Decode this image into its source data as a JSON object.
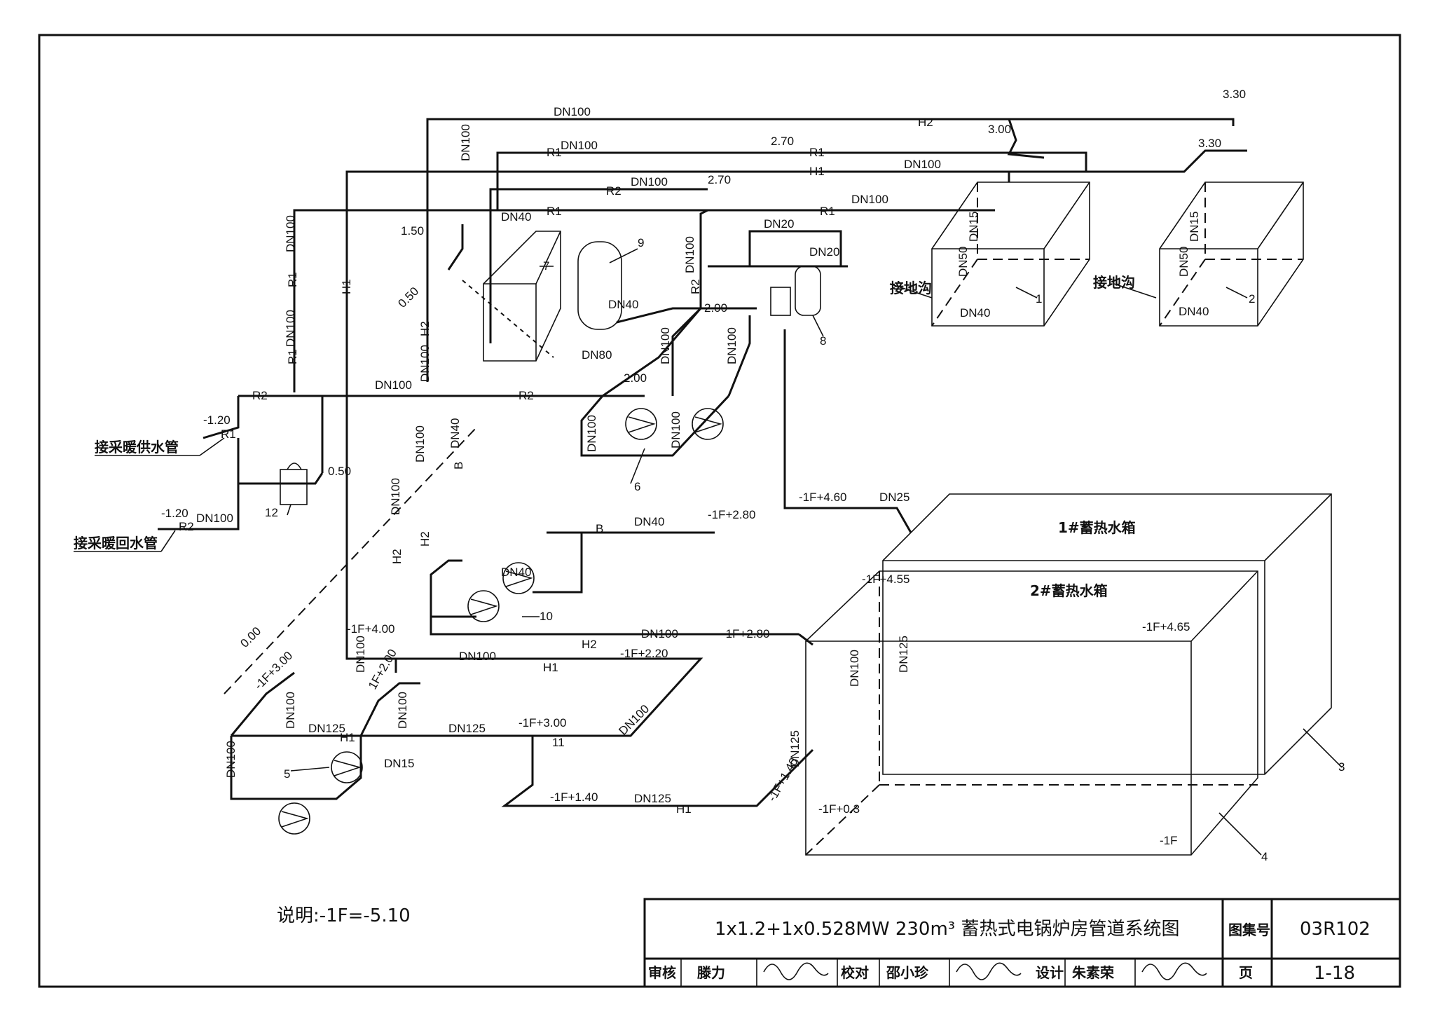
{
  "drawing": {
    "title": "1x1.2+1x0.528MW 230m³ 蓄热式电锅炉房管道系统图",
    "note": "说明:-1F=-5.10",
    "titleblock": {
      "atlas_label": "图集号",
      "atlas_no": "03R102",
      "review_label": "审核",
      "review_name": "滕力",
      "check_label": "校对",
      "check_name": "邵小珍",
      "design_label": "设计",
      "design_name": "朱素荣",
      "page_label": "页",
      "page_no": "1-18"
    }
  },
  "labels": {
    "supply_pipe": "接采暖供水管",
    "return_pipe": "接采暖回水管",
    "tank1": "1#蓄热水箱",
    "tank2": "2#蓄热水箱",
    "trench": "接地沟"
  },
  "pipes": {
    "dn100": "DN100",
    "dn125": "DN125",
    "dn40": "DN40",
    "dn20": "DN20",
    "dn25": "DN25",
    "dn15": "DN15",
    "dn50": "DN50",
    "dn80": "DN80",
    "r1": "R1",
    "r2": "R2",
    "h1": "H1",
    "h2": "H2",
    "b": "B"
  },
  "elevations": {
    "e330": "3.30",
    "e300": "3.00",
    "e270": "2.70",
    "e150": "1.50",
    "e050": "0.50",
    "e200": "2.00",
    "em120": "-1.20",
    "e000": "0.00",
    "f460": "-1F+4.60",
    "f455": "-1F+4.55",
    "f465": "-1F+4.65",
    "f280": "-1F+2.80",
    "f400": "-1F+4.00",
    "f300": "-1F+3.00",
    "f220": "-1F+2.20",
    "f140": "-1F+1.40",
    "f03": "-1F+0.3",
    "f1": "-1F",
    "f20": "1F+2.00"
  },
  "numbers": [
    "1",
    "2",
    "3",
    "4",
    "5",
    "6",
    "7",
    "8",
    "9",
    "10",
    "11",
    "12"
  ]
}
